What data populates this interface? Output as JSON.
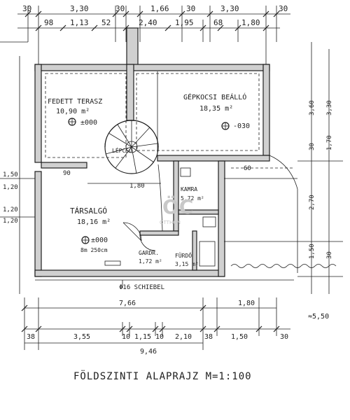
{
  "title": "FÖLDSZINTI ALAPRAJZ M=1:100",
  "top_dimensions": {
    "row1": [
      "30",
      "3,30",
      "30",
      "1,66",
      "30",
      "3,30",
      "30"
    ],
    "row2": [
      "98",
      "1,13",
      "52",
      "2,40",
      "1,95",
      "68",
      "1,80"
    ]
  },
  "bottom_dimensions": {
    "total": "7,66",
    "row2": [
      "38",
      "3,55",
      "10",
      "1,15",
      "10",
      "2,10",
      "38",
      "1,50",
      "30"
    ],
    "sub": "9,46",
    "overall": "≈5,50",
    "top_right": "1,80"
  },
  "left_dimensions": [
    "1,50",
    "1,20",
    "1,20",
    "1,20"
  ],
  "right_dimensions": [
    "3,60",
    "3,30",
    "30",
    "1,70",
    "2,70",
    "1,50",
    "30"
  ],
  "rooms": {
    "terrace": {
      "name": "FEDETT TERASZ",
      "area": "10,90 m²",
      "level": "±000"
    },
    "garage": {
      "name": "GÉPKOCSI BEÁLLÓ",
      "area": "18,35 m²",
      "level": "-030"
    },
    "living": {
      "name": "TÁRSALGÓ",
      "area": "18,16 m²",
      "level": "±000"
    },
    "pantry": {
      "name": "KAMRA",
      "area": "5,72 m²"
    },
    "bath": {
      "name": "FÜRDŐ",
      "area": "3,15 m²"
    },
    "wardrobe": {
      "name": "GARDR.",
      "area": "1,72 m²"
    }
  },
  "labels": {
    "stair": "LÉPCSŐ",
    "fireplace": "8m 250cm",
    "base": "Φ16 SCHIEBEL",
    "dim_180": "1,80",
    "dim_90": "90",
    "dim_60": "60"
  }
}
